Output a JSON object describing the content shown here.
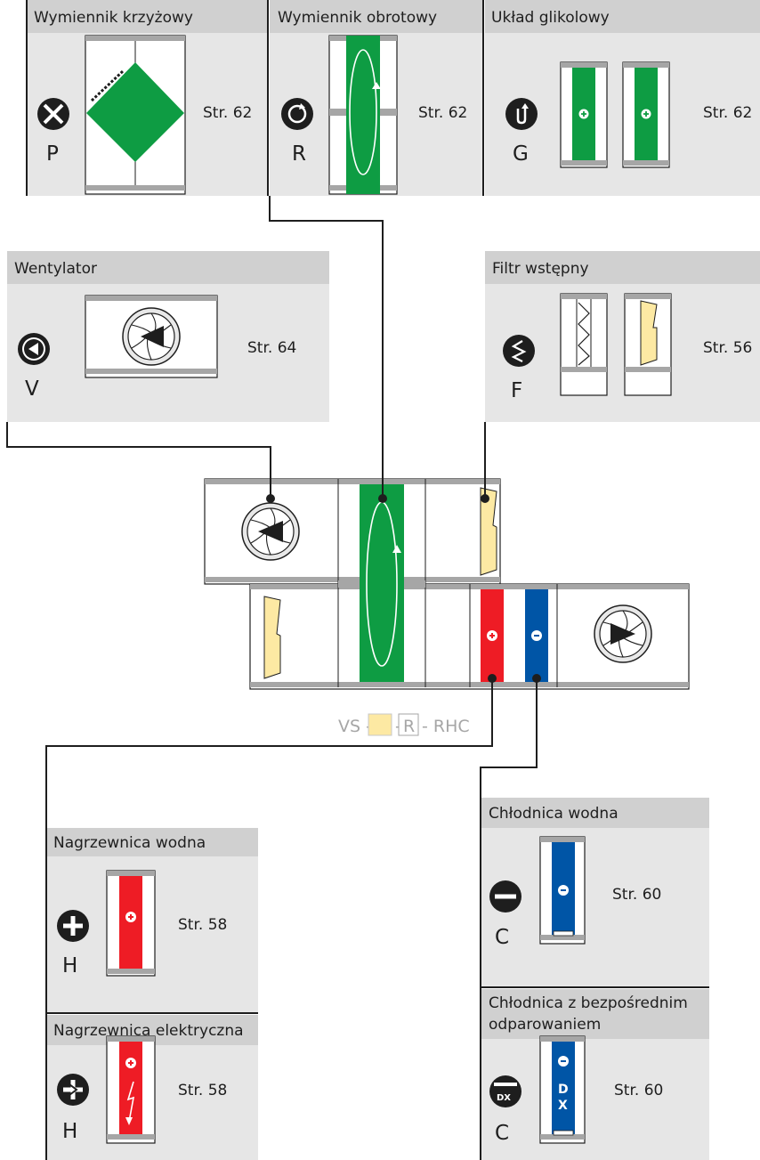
{
  "colors": {
    "panel": "#e6e6e6",
    "header": "#d0d0d0",
    "exchanger_green": "#0e9c43",
    "heater_red": "#ee1c25",
    "cooler_blue": "#0055a6",
    "filter_yellow": "#fde9a3",
    "frame_gray": "#a6a6a6"
  },
  "panels": {
    "cross": {
      "title": "Wymiennik krzyżowy",
      "code": "P",
      "page": "Str. 62",
      "icon": "cross-exchanger-icon"
    },
    "rotary": {
      "title": "Wymiennik obrotowy",
      "code": "R",
      "page": "Str. 62",
      "icon": "rotary-exchanger-icon"
    },
    "glycol": {
      "title": "Układ glikolowy",
      "code": "G",
      "page": "Str. 62",
      "icon": "glycol-icon"
    },
    "fan": {
      "title": "Wentylator",
      "code": "V",
      "page": "Str. 64",
      "icon": "fan-icon"
    },
    "prefilter": {
      "title": "Filtr wstępny",
      "code": "F",
      "page": "Str. 56",
      "icon": "filter-icon"
    },
    "water_heater": {
      "title": "Nagrzewnica wodna",
      "code": "H",
      "page": "Str. 58",
      "icon": "plus-icon"
    },
    "electric_heater": {
      "title": "Nagrzewnica elektryczna",
      "code": "H",
      "page": "Str. 58",
      "icon": "electric-heater-icon"
    },
    "water_cooler": {
      "title": "Chłodnica wodna",
      "code": "C",
      "page": "Str. 60",
      "icon": "minus-icon"
    },
    "dx_cooler": {
      "title_line1": "Chłodnica z bezpośrednim",
      "title_line2": "odparowaniem",
      "code": "C",
      "page": "Str. 60",
      "icon": "dx-cooler-icon",
      "dx_label": "DX",
      "coil_letter_1": "D",
      "coil_letter_2": "X"
    }
  },
  "unit_code": {
    "prefix": "VS -",
    "dash": "-",
    "size_letter": "R",
    "suffix": "- RHC"
  }
}
